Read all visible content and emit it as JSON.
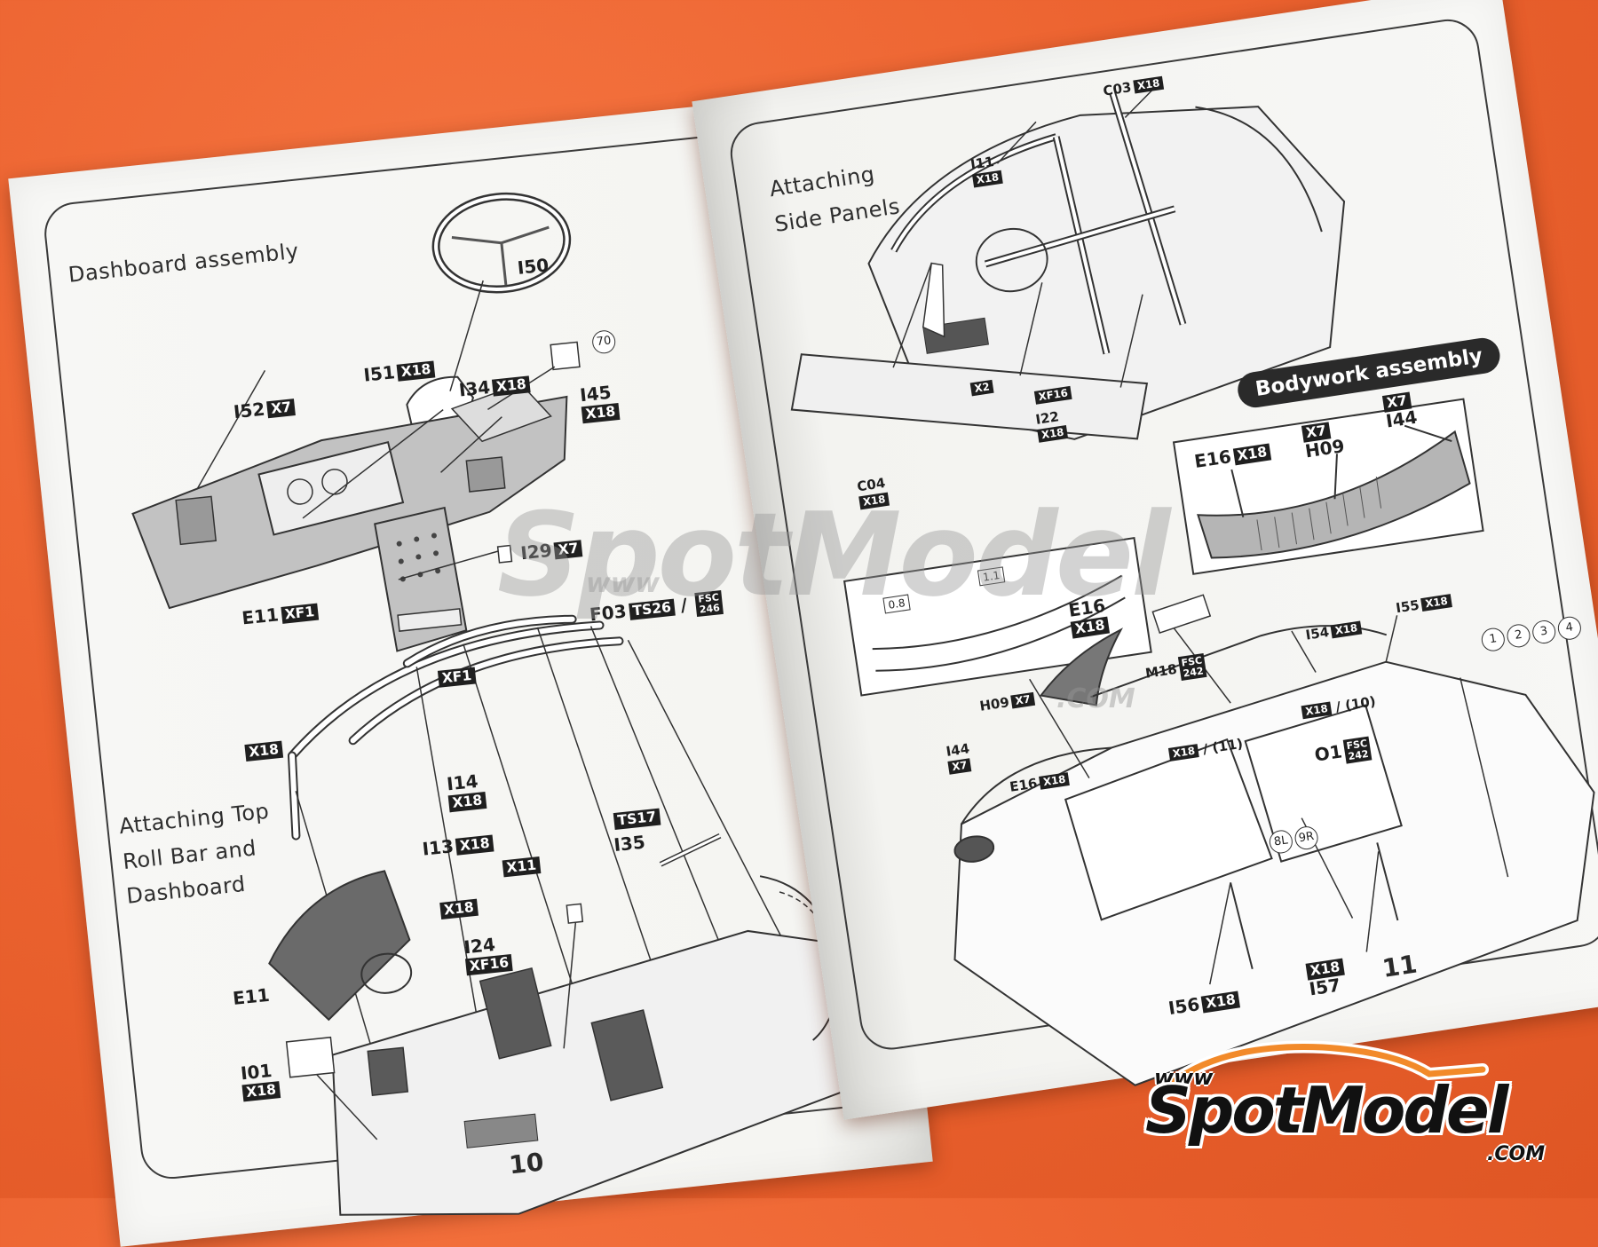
{
  "left_page": {
    "page_number": "10",
    "dashboard_section_title": "Dashboard assembly",
    "roll_bar_section_title": [
      "Attaching Top",
      "Roll Bar and",
      "Dashboard"
    ],
    "parts": {
      "i50": "I50",
      "i51": {
        "id": "I51",
        "decal": "X18"
      },
      "i52": {
        "id": "I52",
        "decal": "X7"
      },
      "i34": {
        "id": "I34",
        "decal": "X18"
      },
      "i45": {
        "id": "I45",
        "decal": "X18",
        "marker": "70"
      },
      "i29": {
        "id": "I29",
        "decal": "X7"
      },
      "e11_top": {
        "id": "E11",
        "decal": "XF1"
      },
      "f03": {
        "id": "F03",
        "decal": "TS26",
        "decal2": [
          "FSC",
          "246"
        ]
      },
      "xf1": "XF1",
      "x18_bar": "X18",
      "i14": {
        "id": "I14",
        "decal": "X18"
      },
      "i13": {
        "id": "I13",
        "decal": "X18"
      },
      "ts17": "TS17",
      "i35": "I35",
      "x11": "X11",
      "x18_i24": "X18",
      "i24": {
        "id": "I24",
        "decal": "XF16"
      },
      "e11": "E11",
      "i01": {
        "id": "I01",
        "decal": "X18"
      }
    }
  },
  "right_page": {
    "page_number": "11",
    "side_panels_title": [
      "Attaching",
      "Side Panels"
    ],
    "bodywork_title": "Bodywork assembly",
    "parts": {
      "c03": {
        "id": "C03",
        "decal": "X18"
      },
      "i11": {
        "id": "I11",
        "decal": "X18"
      },
      "x2": "X2",
      "xf16": "XF16",
      "i22": {
        "id": "I22",
        "decal": "X18"
      },
      "c04": {
        "id": "C04",
        "decal": "X18"
      },
      "m08": "0.8",
      "m11": "1.1",
      "e16_inset": {
        "id": "E16",
        "decal": "X18"
      },
      "e16_body": {
        "id": "E16",
        "decal": "X18"
      },
      "h09_inset": {
        "id": "H09",
        "decal": "X7"
      },
      "i44_inset": {
        "id": "I44",
        "decal": "X7"
      },
      "m18": {
        "id": "M18",
        "decal": [
          "FSC",
          "242"
        ]
      },
      "h09": {
        "id": "H09",
        "decal": "X7"
      },
      "i44": {
        "id": "I44",
        "decal": "X7"
      },
      "i54": {
        "id": "I54",
        "decal": "X18"
      },
      "i55": {
        "id": "I55",
        "decal": "X18"
      },
      "x18_11": {
        "decal": "X18",
        "marker": "11"
      },
      "x18_10": {
        "decal": "X18",
        "marker": "10"
      },
      "o1": {
        "id": "O1",
        "decal": [
          "FSC",
          "242"
        ]
      },
      "markers_top_right": [
        "1",
        "2",
        "3",
        "4"
      ],
      "markers_door": [
        "8L",
        "9R"
      ],
      "i56": {
        "id": "I56",
        "decal": "X18"
      },
      "i57": {
        "id": "I57",
        "decal": "X18"
      }
    }
  },
  "watermark": {
    "www": "www",
    "brand": "SpotModel",
    "com": ".COM"
  },
  "logo": {
    "www": "www",
    "brand": "SpotModel",
    "com": ".COM",
    "accent": "#f28a2a"
  },
  "colors": {
    "background": "#ec6330",
    "paper": "#f7f7f5",
    "ink": "#2a2a2a",
    "part_fill": "#b9b9b9"
  }
}
